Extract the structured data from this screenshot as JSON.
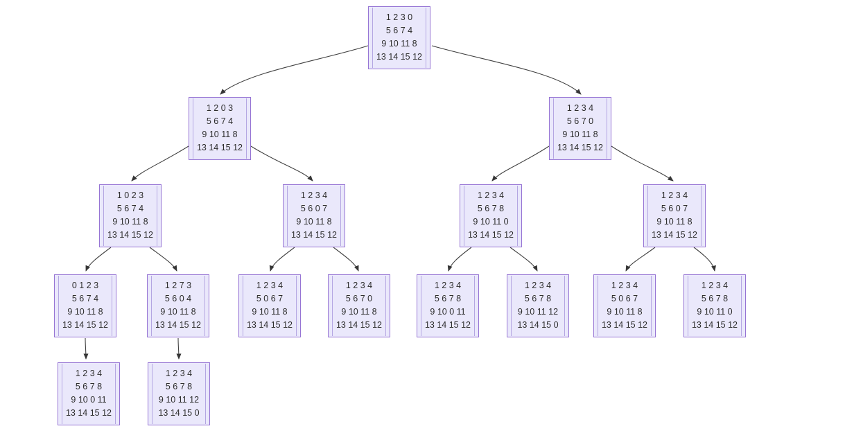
{
  "diagram": {
    "type": "puzzle-search-tree",
    "description": "Tree of 15-puzzle board states, parent states expanding to child states",
    "levels": 5,
    "node_count": 17,
    "colors": {
      "bg": "#ffffff",
      "node_fill": "#eae8fb",
      "node_border": "#9674d4",
      "node_line": "#b4a6e2",
      "edge": "#414141",
      "text": "#2d2d2d"
    }
  },
  "nodes": [
    {
      "id": "n0",
      "level": 1,
      "rows": [
        "1 2 3 0",
        "5 6 7 4",
        "9 10 11 8",
        "13 14 15 12"
      ]
    },
    {
      "id": "n1",
      "level": 2,
      "rows": [
        "1 2 0 3",
        "5 6 7 4",
        "9 10 11 8",
        "13 14 15 12"
      ]
    },
    {
      "id": "n2",
      "level": 2,
      "rows": [
        "1 2 3 4",
        "5 6 7 0",
        "9 10 11 8",
        "13 14 15 12"
      ]
    },
    {
      "id": "n3",
      "level": 3,
      "rows": [
        "1 0 2 3",
        "5 6 7 4",
        "9 10 11 8",
        "13 14 15 12"
      ]
    },
    {
      "id": "n4",
      "level": 3,
      "rows": [
        "1 2 3 4",
        "5 6 0 7",
        "9 10 11 8",
        "13 14 15 12"
      ]
    },
    {
      "id": "n5",
      "level": 3,
      "rows": [
        "1 2 3 4",
        "5 6 7 8",
        "9 10 11 0",
        "13 14 15 12"
      ]
    },
    {
      "id": "n6",
      "level": 3,
      "rows": [
        "1 2 3 4",
        "5 6 0 7",
        "9 10 11 8",
        "13 14 15 12"
      ]
    },
    {
      "id": "n7",
      "level": 4,
      "rows": [
        "0 1 2 3",
        "5 6 7 4",
        "9 10 11 8",
        "13 14 15 12"
      ]
    },
    {
      "id": "n8",
      "level": 4,
      "rows": [
        "1 2 7 3",
        "5 6 0 4",
        "9 10 11 8",
        "13 14 15 12"
      ]
    },
    {
      "id": "n9",
      "level": 4,
      "rows": [
        "1 2 3 4",
        "5 0 6 7",
        "9 10 11 8",
        "13 14 15 12"
      ]
    },
    {
      "id": "n10",
      "level": 4,
      "rows": [
        "1 2 3 4",
        "5 6 7 0",
        "9 10 11 8",
        "13 14 15 12"
      ]
    },
    {
      "id": "n11",
      "level": 4,
      "rows": [
        "1 2 3 4",
        "5 6 7 8",
        "9 10 0 11",
        "13 14 15 12"
      ]
    },
    {
      "id": "n12",
      "level": 4,
      "rows": [
        "1 2 3 4",
        "5 6 7 8",
        "9 10 11 12",
        "13 14 15 0"
      ]
    },
    {
      "id": "n13",
      "level": 4,
      "rows": [
        "1 2 3 4",
        "5 0 6 7",
        "9 10 11 8",
        "13 14 15 12"
      ]
    },
    {
      "id": "n14",
      "level": 4,
      "rows": [
        "1 2 3 4",
        "5 6 7 8",
        "9 10 11 0",
        "13 14 15 12"
      ]
    },
    {
      "id": "n15",
      "level": 5,
      "rows": [
        "1 2 3 4",
        "5 6 7 8",
        "9 10 0 11",
        "13 14 15 12"
      ]
    },
    {
      "id": "n16",
      "level": 5,
      "rows": [
        "1 2 3 4",
        "5 6 7 8",
        "9 10 11 12",
        "13 14 15 0"
      ]
    }
  ],
  "edges": [
    [
      "n0",
      "n1"
    ],
    [
      "n0",
      "n2"
    ],
    [
      "n1",
      "n3"
    ],
    [
      "n1",
      "n4"
    ],
    [
      "n2",
      "n5"
    ],
    [
      "n2",
      "n6"
    ],
    [
      "n3",
      "n7"
    ],
    [
      "n3",
      "n8"
    ],
    [
      "n4",
      "n9"
    ],
    [
      "n4",
      "n10"
    ],
    [
      "n5",
      "n11"
    ],
    [
      "n5",
      "n12"
    ],
    [
      "n6",
      "n13"
    ],
    [
      "n6",
      "n14"
    ],
    [
      "n7",
      "n15"
    ],
    [
      "n8",
      "n16"
    ]
  ]
}
